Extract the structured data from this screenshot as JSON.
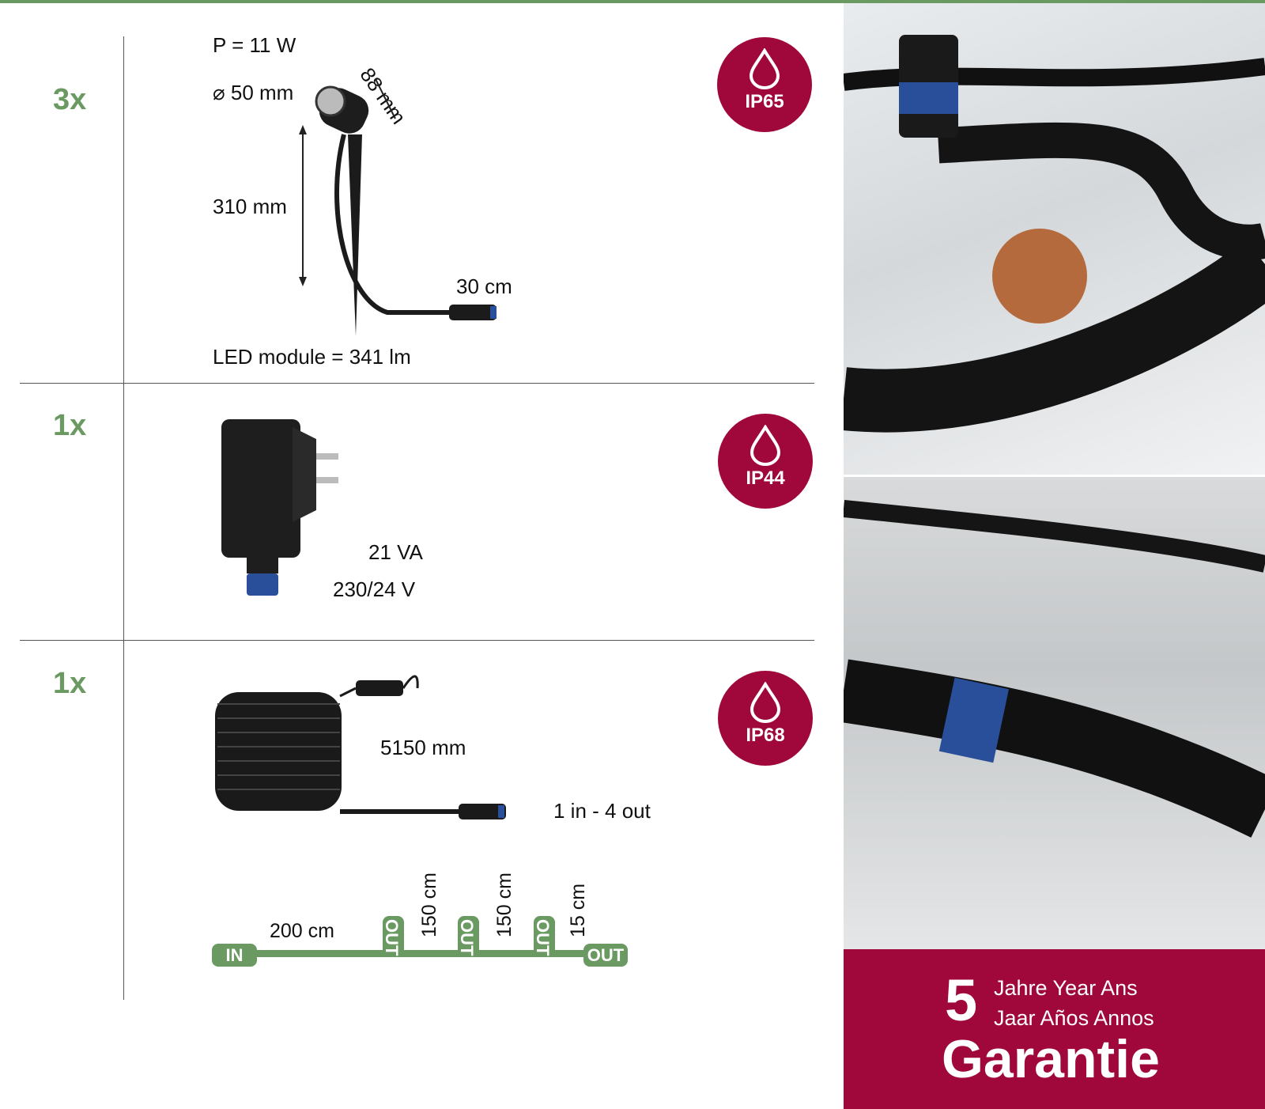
{
  "rows": [
    {
      "qty": "3x",
      "specs": {
        "power": "P = 11 W",
        "diameter": "⌀ 50 mm",
        "length": "88 mm",
        "height": "310 mm",
        "cable": "30 cm",
        "led": "LED module = 341 lm"
      },
      "badge": "IP65"
    },
    {
      "qty": "1x",
      "specs": {
        "va": "21 VA",
        "voltage": "230/24 V"
      },
      "badge": "IP44"
    },
    {
      "qty": "1x",
      "specs": {
        "length": "5150 mm",
        "ports": "1 in - 4 out"
      },
      "badge": "IP68",
      "diagram": {
        "in": "IN",
        "out": "OUT",
        "seg1": "200 cm",
        "seg2": "150 cm",
        "seg3": "150 cm",
        "seg4": "15 cm"
      }
    }
  ],
  "guarantee": {
    "number": "5",
    "line1": "Jahre Year Ans",
    "line2": "Jaar Años Annos",
    "word": "Garantie"
  },
  "colors": {
    "green": "#6a9a62",
    "maroon": "#a0073a"
  }
}
